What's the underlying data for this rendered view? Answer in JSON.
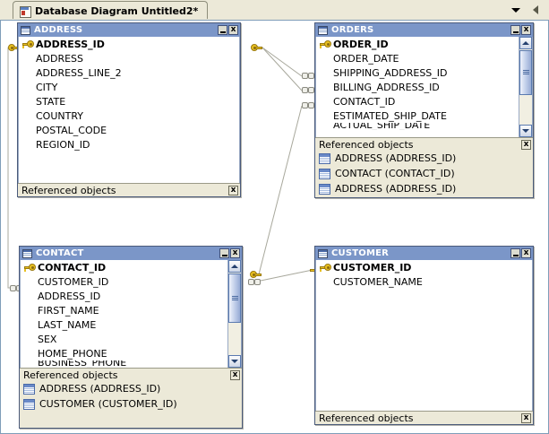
{
  "window": {
    "tab": {
      "label": "Database Diagram Untitled2*",
      "icon": "diagram-icon",
      "dropdown_icon": "chevron-down-icon",
      "nav_icon": "nav-left-icon"
    }
  },
  "common": {
    "referenced_objects_label": "Referenced objects",
    "close_glyph": "x",
    "minimize_glyph": "_",
    "table_icon": "table-icon",
    "key_icon": "primary-key-icon",
    "fk_icon": "foreign-key-link-icon"
  },
  "tables": [
    {
      "id": "address",
      "name": "ADDRESS",
      "columns": [
        {
          "name": "ADDRESS_ID",
          "pk": true
        },
        {
          "name": "ADDRESS",
          "pk": false
        },
        {
          "name": "ADDRESS_LINE_2",
          "pk": false
        },
        {
          "name": "CITY",
          "pk": false
        },
        {
          "name": "STATE",
          "pk": false
        },
        {
          "name": "COUNTRY",
          "pk": false
        },
        {
          "name": "POSTAL_CODE",
          "pk": false
        },
        {
          "name": "REGION_ID",
          "pk": false
        }
      ],
      "scrollbar": false,
      "referenced_objects": []
    },
    {
      "id": "orders",
      "name": "ORDERS",
      "columns": [
        {
          "name": "ORDER_ID",
          "pk": true
        },
        {
          "name": "ORDER_DATE",
          "pk": false
        },
        {
          "name": "SHIPPING_ADDRESS_ID",
          "pk": false
        },
        {
          "name": "BILLING_ADDRESS_ID",
          "pk": false
        },
        {
          "name": "CONTACT_ID",
          "pk": false
        },
        {
          "name": "ESTIMATED_SHIP_DATE",
          "pk": false
        },
        {
          "name": "ACTUAL_SHIP_DATE",
          "pk": false,
          "clipped": true
        }
      ],
      "scrollbar": true,
      "referenced_objects": [
        "ADDRESS (ADDRESS_ID)",
        "CONTACT (CONTACT_ID)",
        "ADDRESS (ADDRESS_ID)"
      ]
    },
    {
      "id": "contact",
      "name": "CONTACT",
      "columns": [
        {
          "name": "CONTACT_ID",
          "pk": true
        },
        {
          "name": "CUSTOMER_ID",
          "pk": false
        },
        {
          "name": "ADDRESS_ID",
          "pk": false
        },
        {
          "name": "FIRST_NAME",
          "pk": false
        },
        {
          "name": "LAST_NAME",
          "pk": false
        },
        {
          "name": "SEX",
          "pk": false
        },
        {
          "name": "HOME_PHONE",
          "pk": false
        },
        {
          "name": "BUSINESS_PHONE",
          "pk": false,
          "clipped": true
        }
      ],
      "scrollbar": true,
      "referenced_objects": [
        "ADDRESS (ADDRESS_ID)",
        "CUSTOMER (CUSTOMER_ID)"
      ]
    },
    {
      "id": "customer",
      "name": "CUSTOMER",
      "columns": [
        {
          "name": "CUSTOMER_ID",
          "pk": true
        },
        {
          "name": "CUSTOMER_NAME",
          "pk": false
        }
      ],
      "scrollbar": false,
      "referenced_objects": []
    }
  ],
  "relationships": [
    {
      "from": "ADDRESS.ADDRESS_ID",
      "to": "ORDERS.SHIPPING_ADDRESS_ID"
    },
    {
      "from": "ADDRESS.ADDRESS_ID",
      "to": "ORDERS.BILLING_ADDRESS_ID"
    },
    {
      "from": "CONTACT.CONTACT_ID",
      "to": "ORDERS.CONTACT_ID"
    },
    {
      "from": "ADDRESS.ADDRESS_ID",
      "to": "CONTACT.ADDRESS_ID"
    },
    {
      "from": "CUSTOMER.CUSTOMER_ID",
      "to": "CONTACT.CUSTOMER_ID"
    }
  ],
  "colors": {
    "table_header": "#7b96c8",
    "window_chrome": "#ece9d8",
    "canvas": "#ffffff",
    "key_yellow": "#e8c020",
    "relationship_line": "#a8a89c"
  }
}
